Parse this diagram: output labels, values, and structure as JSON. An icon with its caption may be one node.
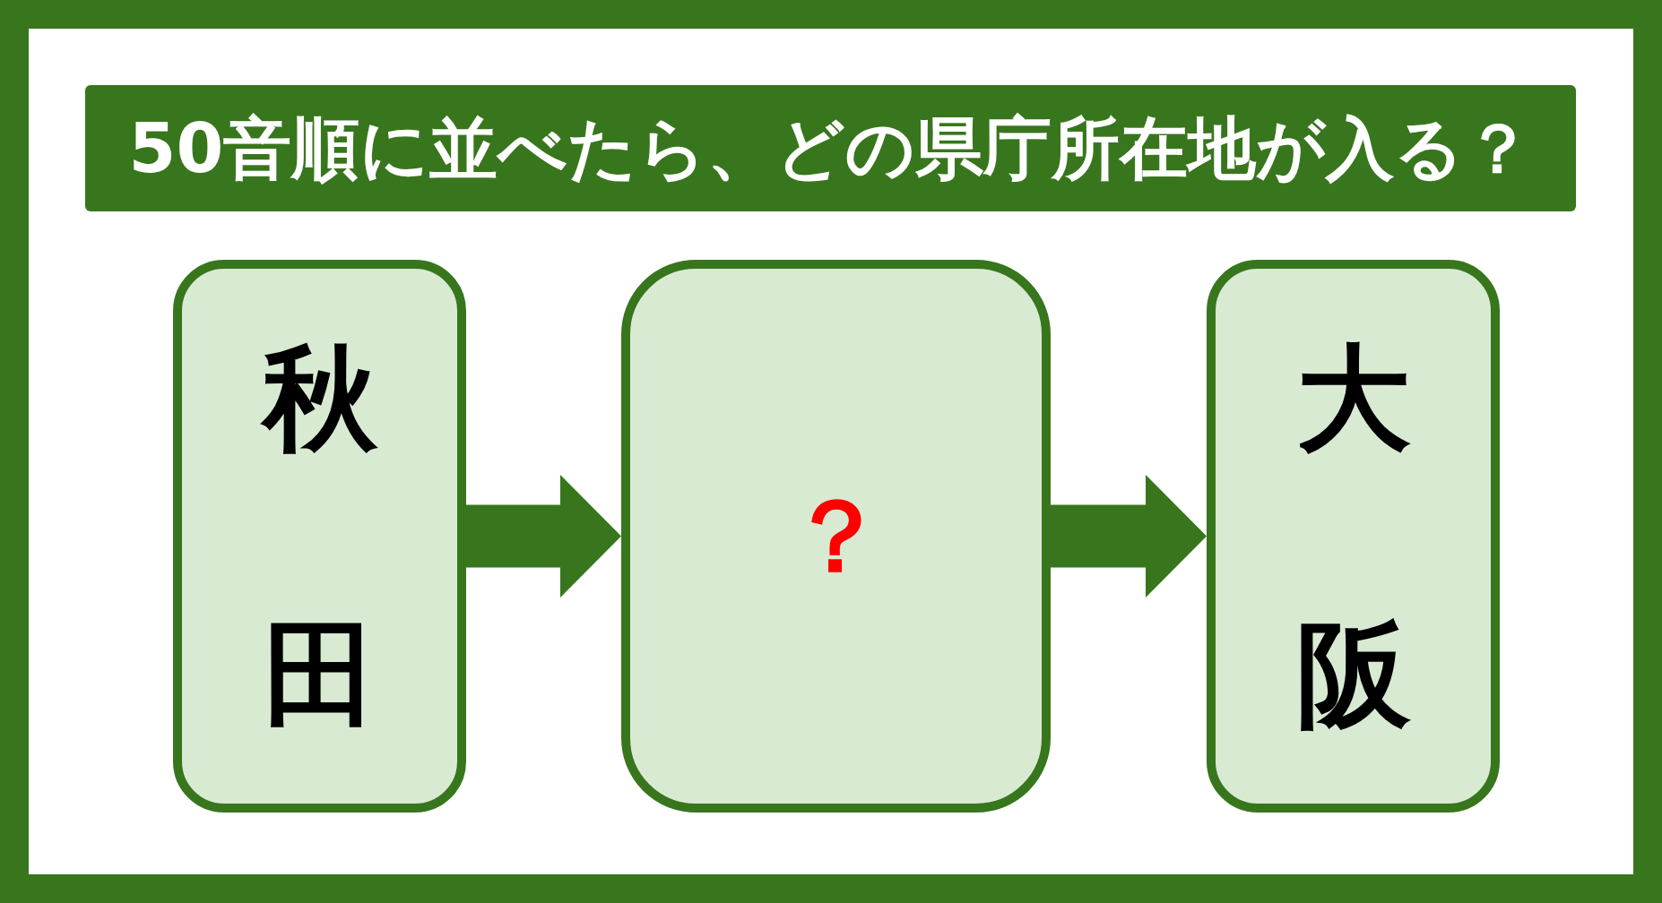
{
  "diagram": {
    "title": "50音順に並べたら、どの県庁所在地が入る？",
    "nodes": [
      {
        "text": [
          "秋田"
        ]
      },
      {
        "text": [
          "？"
        ]
      },
      {
        "text": [
          "大阪"
        ]
      }
    ],
    "edges": [
      {
        "from": 0,
        "to": 1,
        "arrow": "to"
      },
      {
        "from": 1,
        "to": 2,
        "arrow": "to"
      }
    ]
  }
}
